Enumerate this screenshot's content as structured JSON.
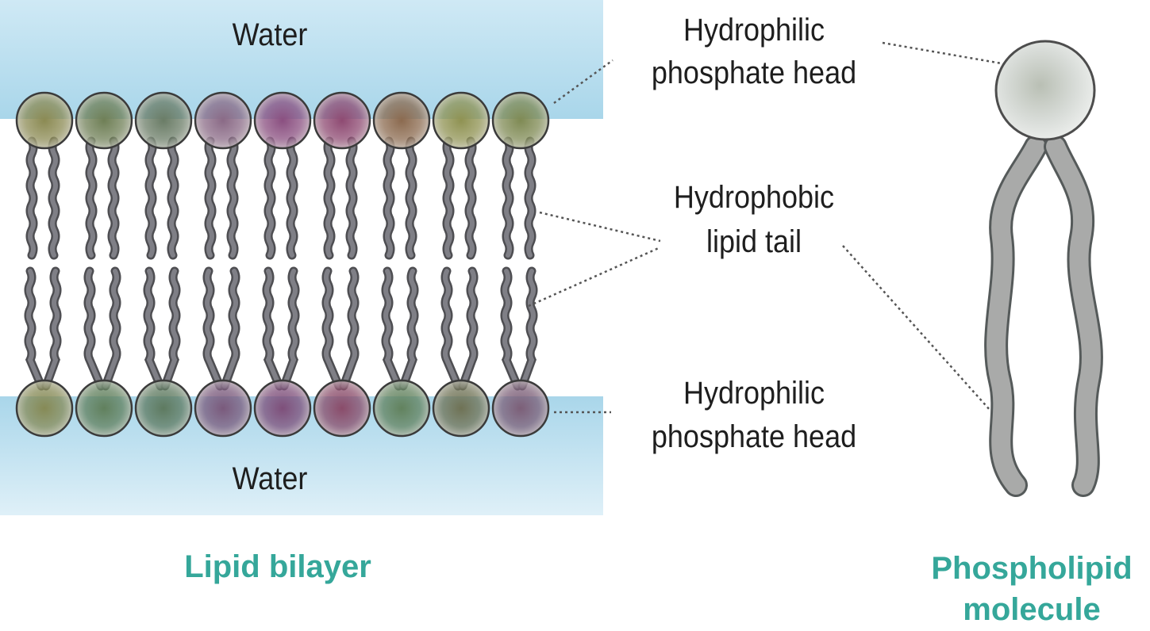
{
  "labels": {
    "water_top": "Water",
    "water_bottom": "Water",
    "head_top_line1": "Hydrophilic",
    "head_top_line2": "phosphate head",
    "tail_line1": "Hydrophobic",
    "tail_line2": "lipid tail",
    "head_bottom_line1": "Hydrophilic",
    "head_bottom_line2": "phosphate head"
  },
  "captions": {
    "bilayer": "Lipid bilayer",
    "molecule_line1": "Phospholipid",
    "molecule_line2": "molecule"
  },
  "colors": {
    "water": "#a9d6ea",
    "tail": "#7f7f86",
    "caption": "#35a79a",
    "top_heads": [
      "#8b8a53",
      "#6f7f56",
      "#6a7c66",
      "#8a6a86",
      "#8a4f80",
      "#8e4a72",
      "#8b6a4f",
      "#8f9252",
      "#7f8a54"
    ],
    "bottom_heads": [
      "#868a56",
      "#61805d",
      "#5e7a60",
      "#7a5a7c",
      "#7e4f7a",
      "#8a4c6a",
      "#62825e",
      "#6f7255",
      "#7c5f78"
    ],
    "molecule_head": "#c4c8c4"
  }
}
